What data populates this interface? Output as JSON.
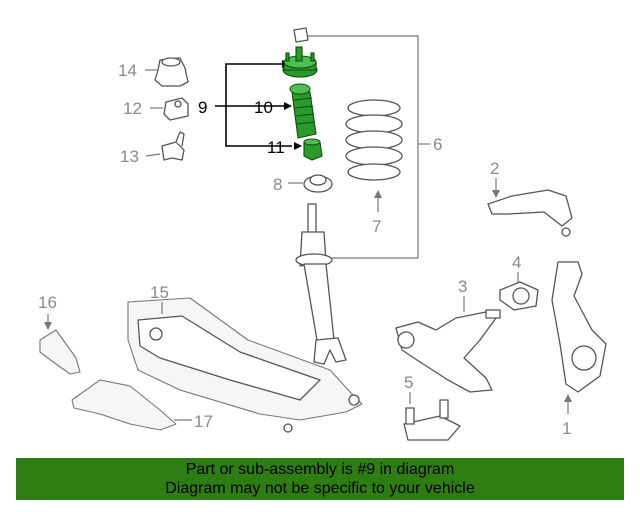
{
  "callouts": {
    "c1": "1",
    "c2": "2",
    "c3": "3",
    "c4": "4",
    "c5": "5",
    "c6": "6",
    "c7": "7",
    "c8": "8",
    "c9": "9",
    "c10": "10",
    "c11": "11",
    "c12": "12",
    "c13": "13",
    "c14": "14",
    "c15": "15",
    "c16": "16",
    "c17": "17"
  },
  "highlight": {
    "color": "#2a9a2a",
    "parts": [
      "9",
      "10",
      "11"
    ]
  },
  "banner": {
    "color": "#2e7d12",
    "line1": "Part or sub-assembly is #9 in diagram",
    "line2": "Diagram may not be specific to your vehicle"
  }
}
